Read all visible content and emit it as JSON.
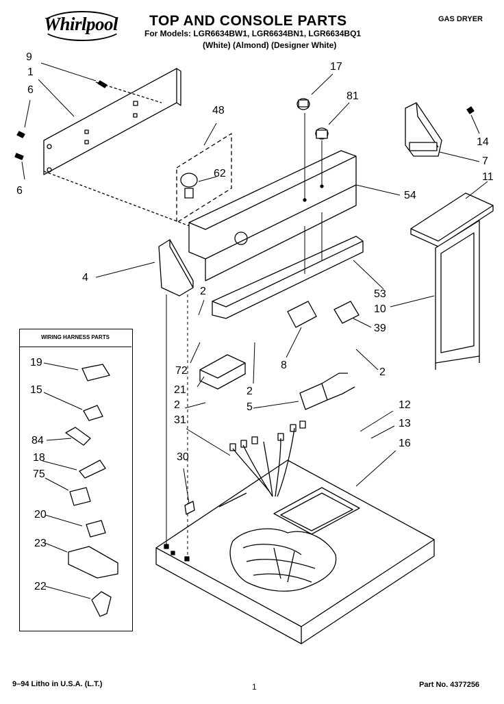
{
  "header": {
    "brand": "Whirlpool",
    "title": "TOP AND CONSOLE PARTS",
    "models_line": "For Models: LGR6634BW1, LGR6634BN1, LGR6634BQ1",
    "colors_line": "(White)      (Almond)  (Designer White)",
    "product": "GAS DRYER"
  },
  "wiring_harness": {
    "heading": "WIRING HARNESS PARTS"
  },
  "callouts": {
    "c9": "9",
    "c1": "1",
    "c6a": "6",
    "c6b": "6",
    "c48": "48",
    "c62": "62",
    "c17": "17",
    "c81": "81",
    "c14": "14",
    "c7": "7",
    "c54": "54",
    "c11": "11",
    "c4": "4",
    "c2a": "2",
    "c53": "53",
    "c10": "10",
    "c39": "39",
    "c72": "72",
    "c8": "8",
    "c2b": "2",
    "c21": "21",
    "c2c": "2",
    "c2d": "2",
    "c5": "5",
    "c31": "31",
    "c12": "12",
    "c13": "13",
    "c16": "16",
    "c30": "30",
    "c19": "19",
    "c15": "15",
    "c84": "84",
    "c18": "18",
    "c75": "75",
    "c20": "20",
    "c23": "23",
    "c22": "22"
  },
  "footer": {
    "litho": "9–94 Litho in U.S.A. (L.T.)",
    "page": "1",
    "part_no": "Part No. 4377256"
  }
}
